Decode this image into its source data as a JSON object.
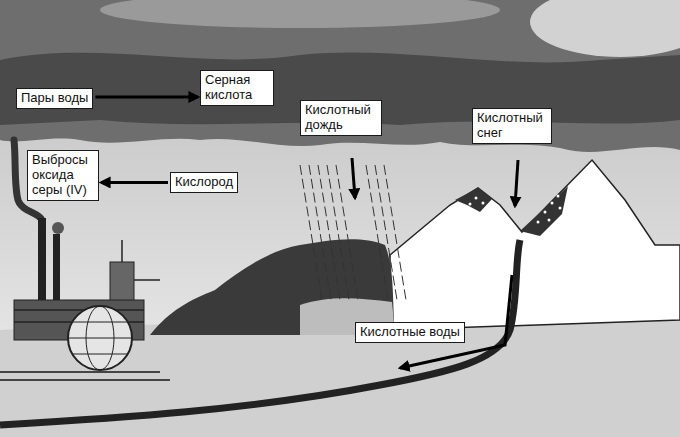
{
  "diagram": {
    "nodes": [
      {
        "text": [
          "Пары воды"
        ]
      },
      {
        "text": [
          "Серная кислота"
        ]
      },
      {
        "text": [
          "Кислотный дождь"
        ]
      },
      {
        "text": [
          "Кислотный снег"
        ]
      },
      {
        "text": [
          "Выбросы оксида серы (IV)"
        ]
      },
      {
        "text": [
          "Кислород"
        ]
      },
      {
        "text": [
          "Кислотные воды"
        ]
      }
    ],
    "edges": [
      {
        "from": 0,
        "to": 1,
        "arrow": "to"
      },
      {
        "from": 5,
        "to": 4,
        "arrow": "to"
      }
    ]
  }
}
